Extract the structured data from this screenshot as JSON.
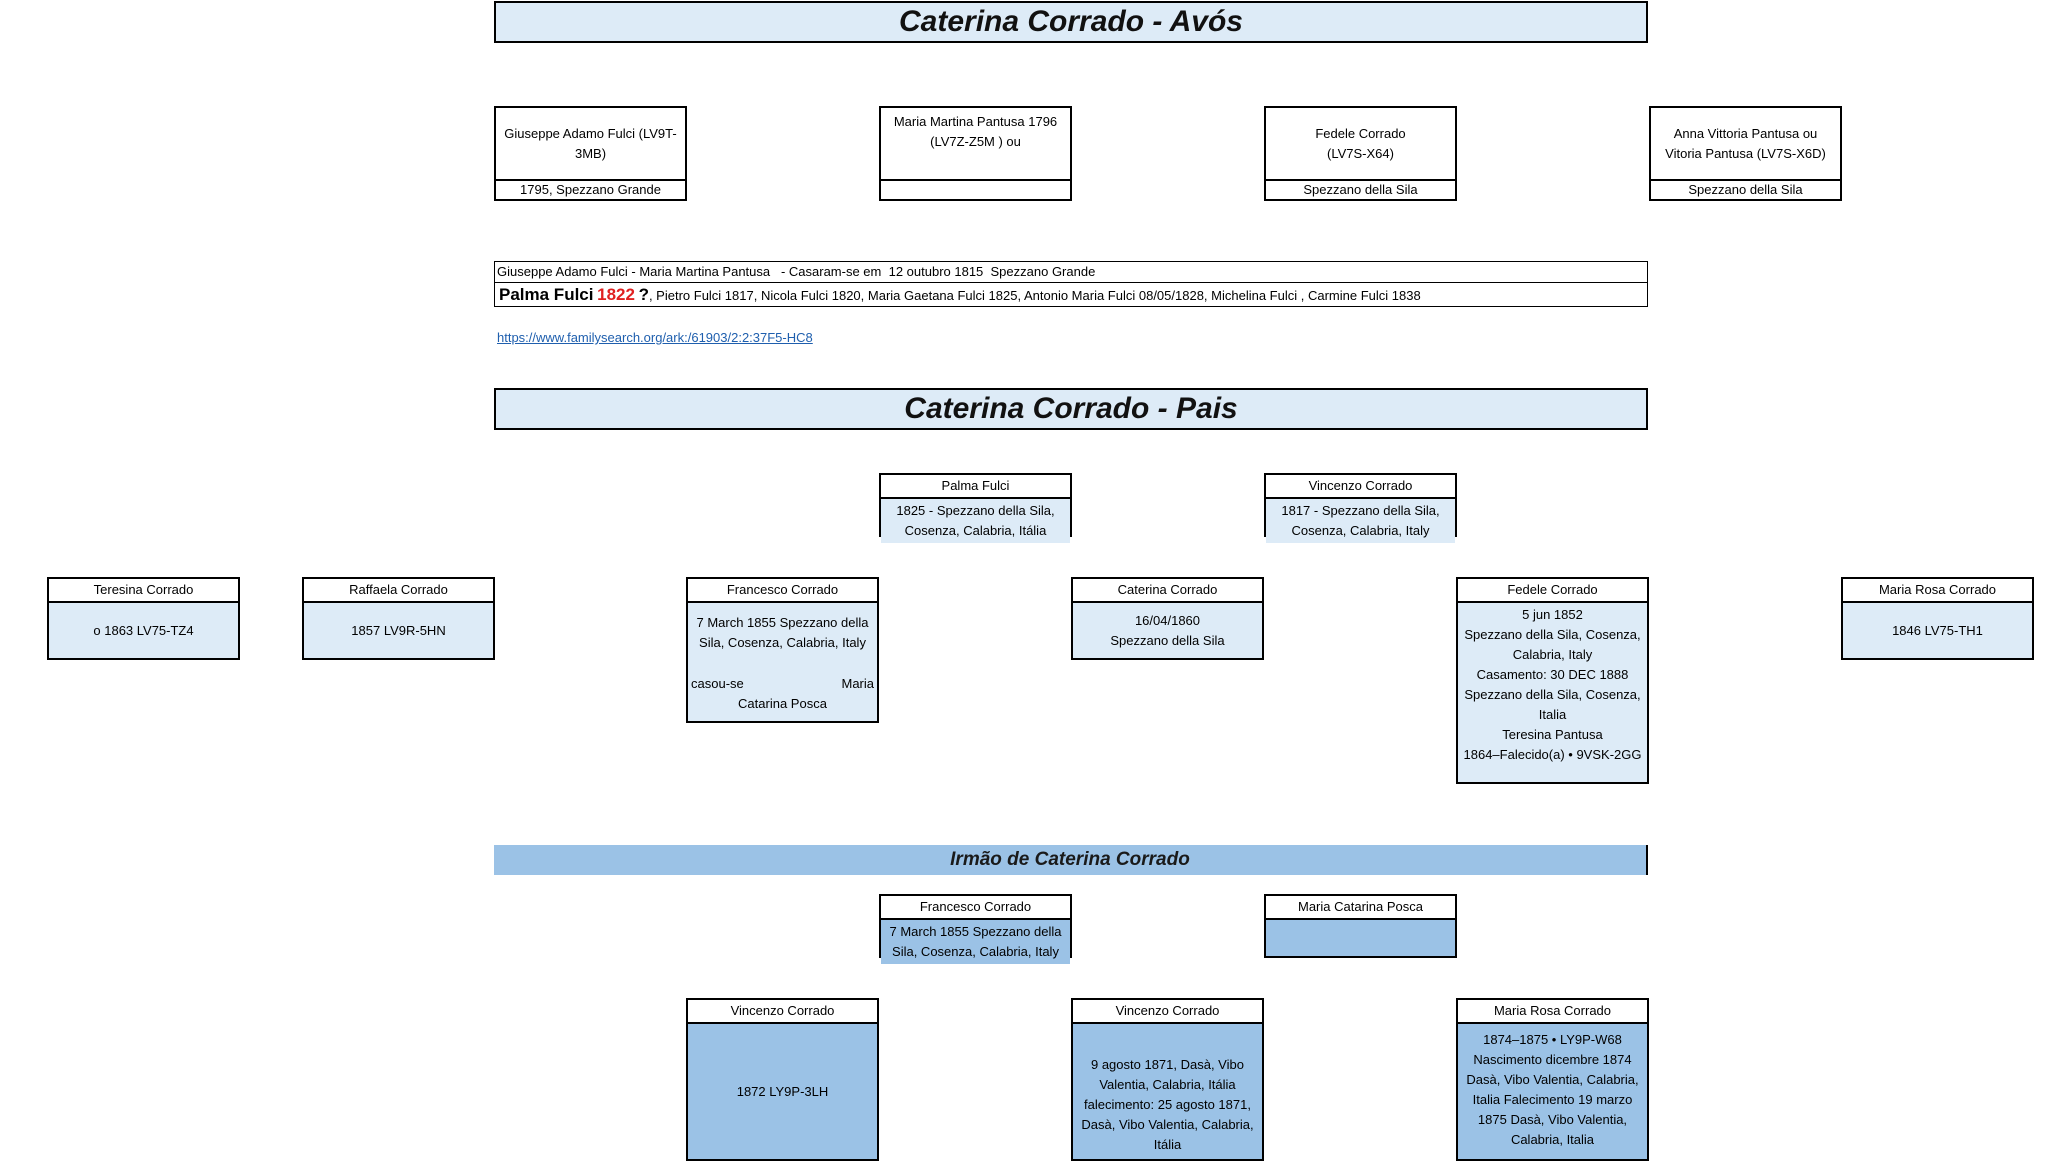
{
  "sections": {
    "avos_title": "Caterina Corrado - Avós",
    "pais_title": "Caterina Corrado - Pais",
    "irmao_title": "Irmão de Caterina Corrado"
  },
  "grandparents": [
    {
      "name": "Giuseppe Adamo Fulci (LV9T-3MB)",
      "detail": "1795, Spezzano Grande"
    },
    {
      "name": "Maria Martina Pantusa  1796\n  (LV7Z-Z5M )   ou",
      "detail": ""
    },
    {
      "name": "Fedele Corrado\n(LV7S-X64)",
      "detail": "Spezzano della Sila"
    },
    {
      "name": "Anna Vittoria Pantusa  ou\nVitoria Pantusa            (LV7S-X6D)",
      "detail": "Spezzano della Sila"
    }
  ],
  "marriage": {
    "line1": "Giuseppe Adamo Fulci - Maria Martina Pantusa   - Casaram-se em  12 outubro 1815  Spezzano Grande",
    "child_lead": "Palma Fulci",
    "child_year": "1822",
    "child_mark": "?",
    "others": ", Pietro Fulci 1817, Nicola Fulci 1820, Maria Gaetana Fulci 1825, Antonio Maria Fulci 08/05/1828, Michelina Fulci , Carmine Fulci 1838"
  },
  "link": "https://www.familysearch.org/ark:/61903/2:2:37F5-HC8",
  "parents": [
    {
      "name": "Palma Fulci",
      "detail": "1825 - Spezzano della Sila,\nCosenza, Calabria, Itália"
    },
    {
      "name": "Vincenzo Corrado",
      "detail": "1817 - Spezzano della Sila,\nCosenza, Calabria, Italy"
    }
  ],
  "siblings": [
    {
      "name": "Teresina Corrado",
      "detail": "o 1863  LV75-TZ4"
    },
    {
      "name": "Raffaela Corrado",
      "detail": "1857   LV9R-5HN"
    },
    {
      "name": "Francesco Corrado",
      "detail": "7 March 1855  Spezzano della\nSila, Cosenza, Calabria, Italy",
      "extra_left": "casou-se",
      "extra_right": "Maria",
      "extra_line": "Catarina Posca"
    },
    {
      "name": "Caterina Corrado",
      "detail": "16/04/1860\nSpezzano della Sila"
    },
    {
      "name": "Fedele Corrado",
      "detail": "5 jun 1852\nSpezzano della Sila, Cosenza,\nCalabria, Italy\nCasamento: 30 DEC 1888\nSpezzano della Sila, Cosenza,\nItalia\nTeresina Pantusa\n1864–Falecido(a)  •  9VSK-2GG"
    },
    {
      "name": "Maria Rosa Corrado",
      "detail": "1846  LV75-TH1"
    }
  ],
  "brother_couple": [
    {
      "name": "Francesco Corrado",
      "detail": "7 March 1855  Spezzano della\nSila, Cosenza, Calabria, Italy"
    },
    {
      "name": "Maria Catarina Posca",
      "detail": ""
    }
  ],
  "brother_children": [
    {
      "name": "Vincenzo Corrado",
      "detail": "1872  LY9P-3LH"
    },
    {
      "name": "Vincenzo Corrado",
      "detail": "9 agosto 1871, Dasà, Vibo\nValentia, Calabria, Itália\nfalecimento: 25 agosto 1871,\nDasà, Vibo Valentia, Calabria,\nItália"
    },
    {
      "name": "Maria Rosa Corrado",
      "detail": "1874–1875  •  LY9P-W68\nNascimento  dicembre 1874\nDasà, Vibo Valentia, Calabria,\nItalia Falecimento   19 marzo\n1875 Dasà, Vibo Valentia,\nCalabria, Italia"
    }
  ]
}
